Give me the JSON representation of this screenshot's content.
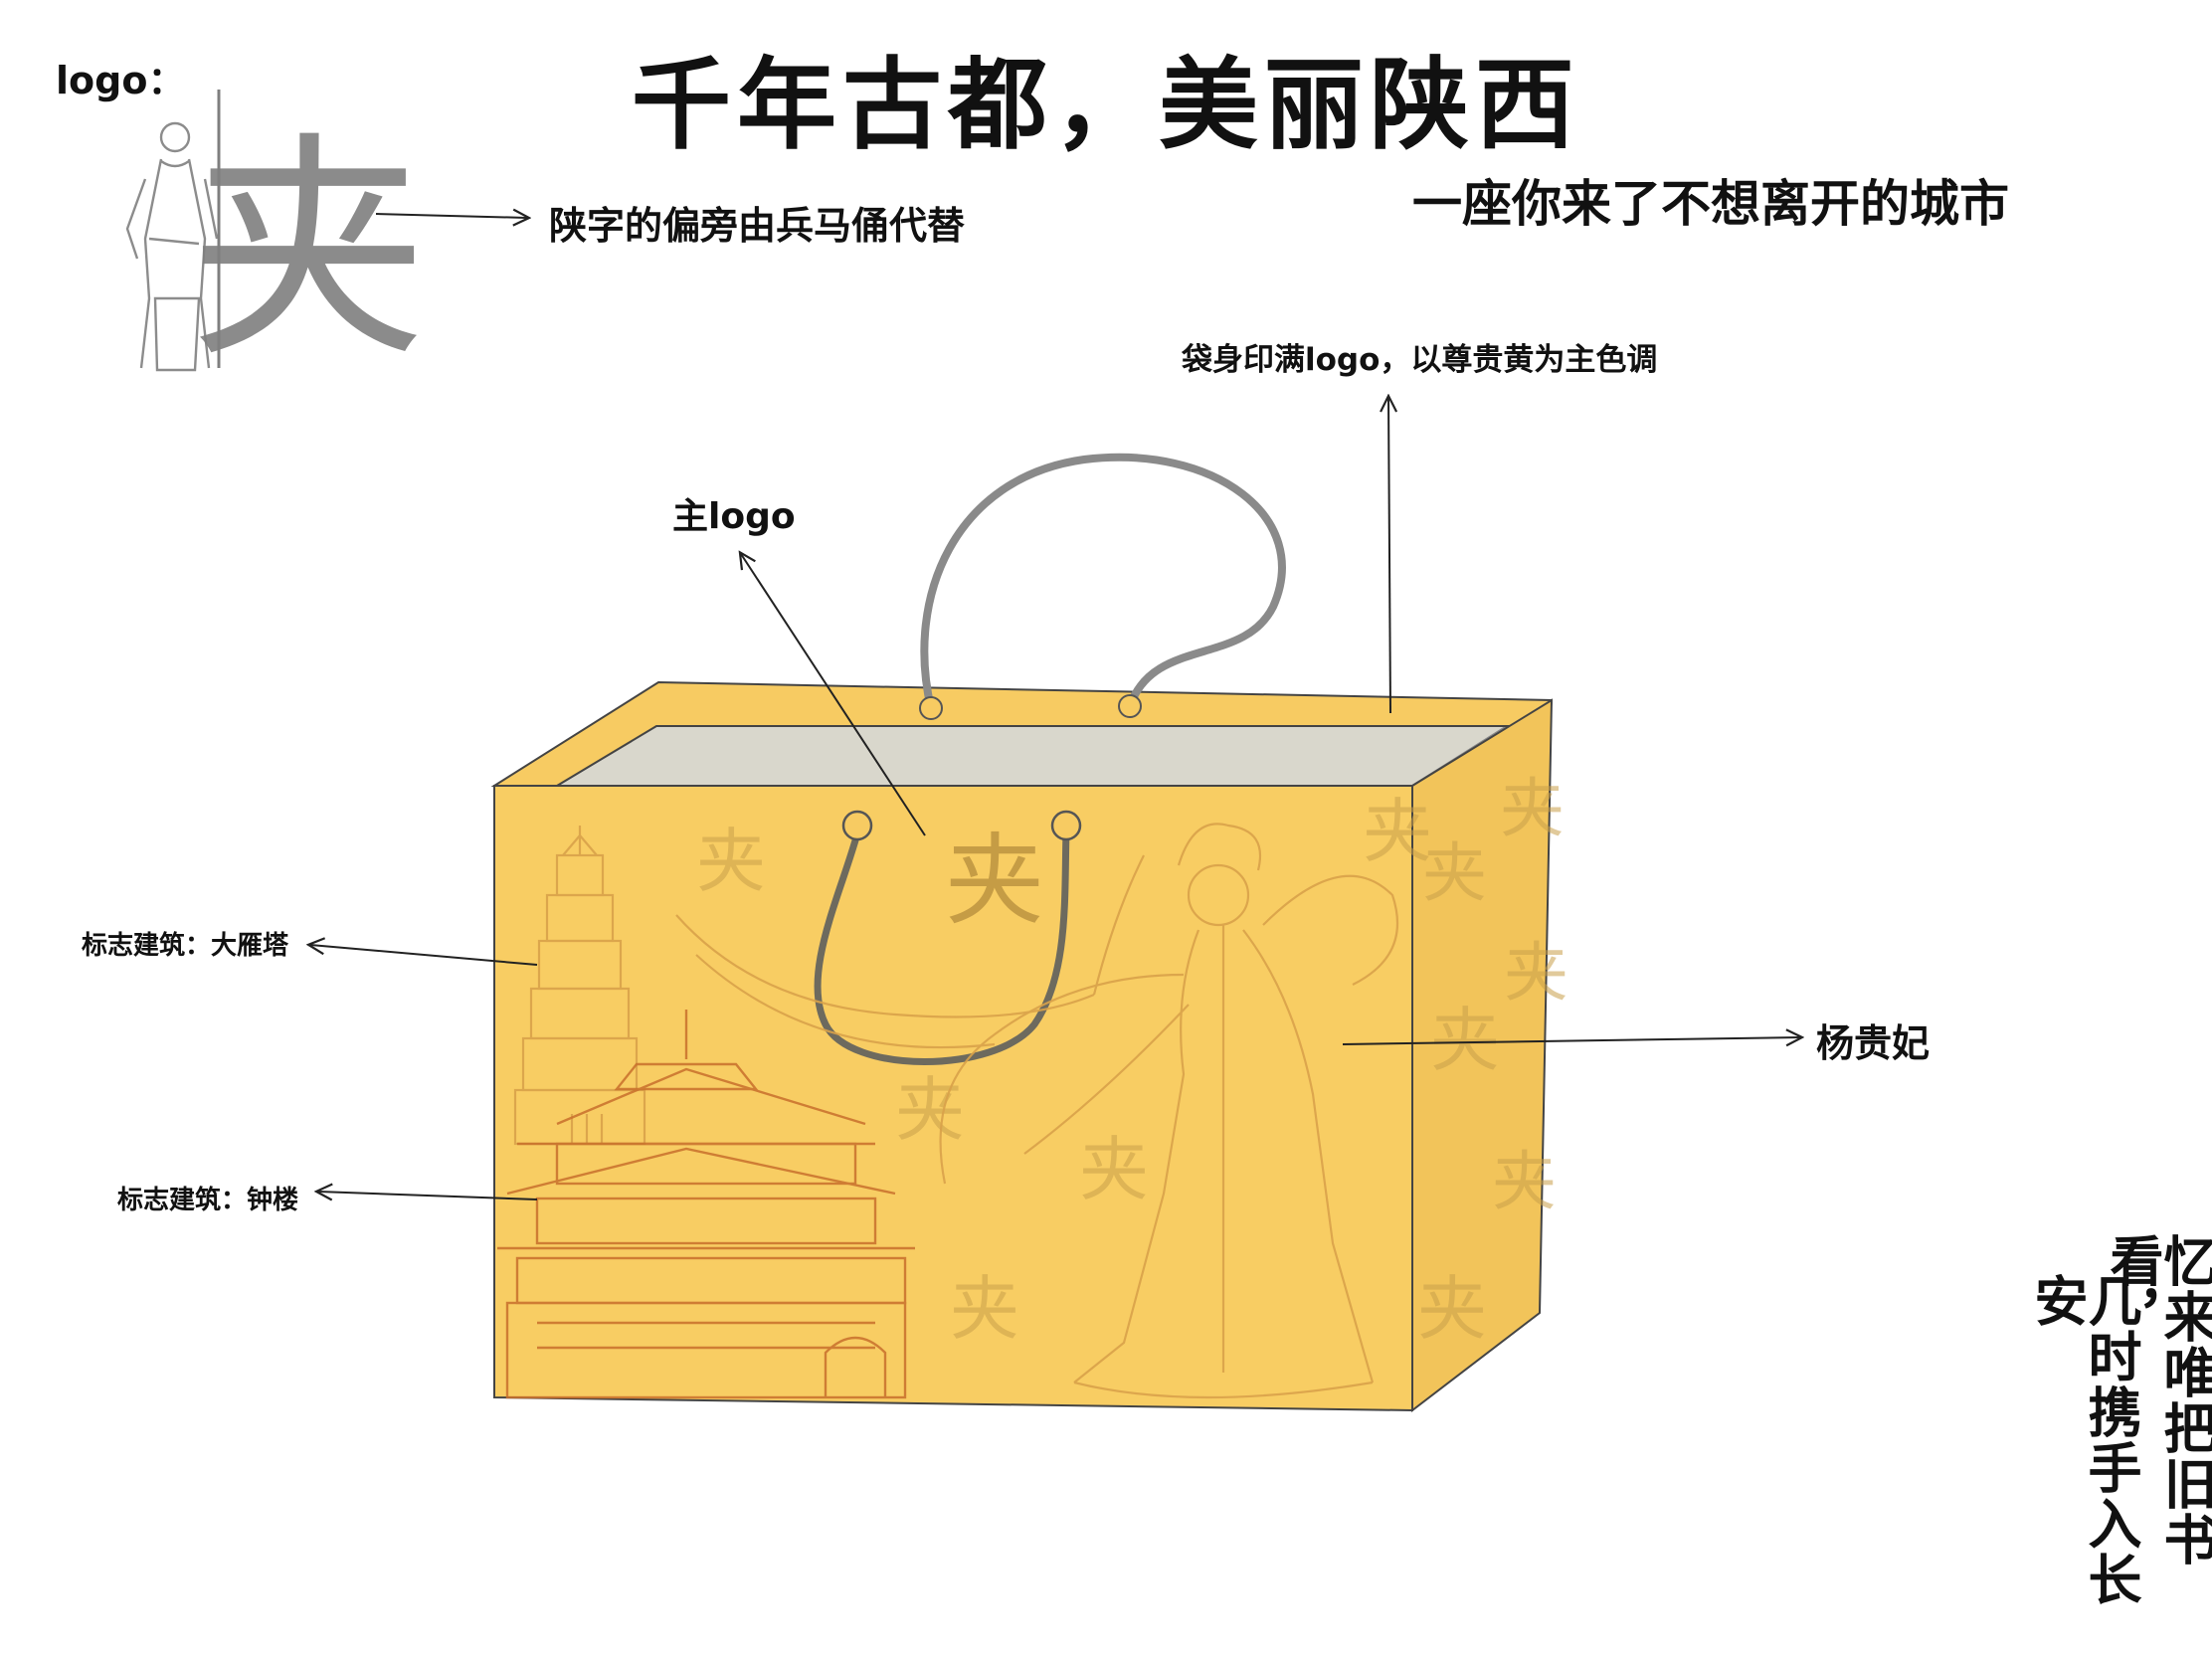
{
  "header": {
    "logo_label": "logo：",
    "title": "千年古都，美丽陕西",
    "slogan": "一座你来了不想离开的城市"
  },
  "logo": {
    "glyph": "夹",
    "description_note": "陕字的偏旁由兵马俑代替"
  },
  "annotations": {
    "bag_pattern": "袋身印满logo，以尊贵黄为主色调",
    "main_logo": "主logo",
    "pagoda": "标志建筑：大雁塔",
    "bell_tower": "标志建筑：钟楼",
    "yang_guifei": "杨贵妃"
  },
  "poem": {
    "line1": "忆来唯把旧书看，",
    "line2": "几时携手入长安"
  },
  "colors": {
    "bag_front": "#f8cd63",
    "bag_side": "#f2c45a",
    "bag_inner": "#d9d7cc",
    "line_art": "#d9a24a"
  }
}
